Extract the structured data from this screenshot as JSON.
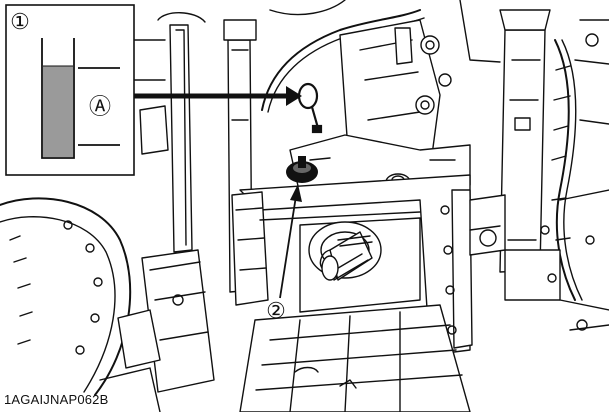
{
  "inset": {
    "callout_number": "①",
    "level_mark": "Ⓐ"
  },
  "callouts": {
    "dipstick_number": "②"
  },
  "figure_code": "1AGAIJNAP062B",
  "colors": {
    "line": "#111111",
    "background": "#ffffff"
  }
}
